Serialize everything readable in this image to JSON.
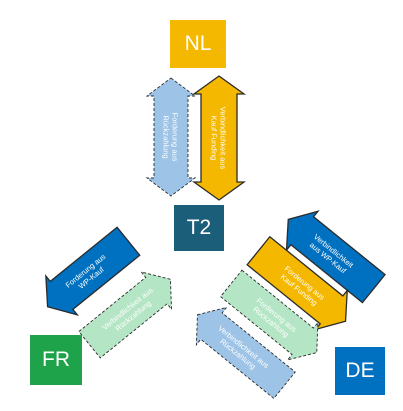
{
  "nodes": {
    "nl": {
      "label": "NL",
      "fill": "#F5B800",
      "text_color": "#ffffff"
    },
    "t2": {
      "label": "T2",
      "fill": "#1B5E7A",
      "text_color": "#ffffff"
    },
    "fr": {
      "label": "FR",
      "fill": "#1FA34A",
      "text_color": "#ffffff"
    },
    "de": {
      "label": "DE",
      "fill": "#0070C0",
      "text_color": "#ffffff"
    }
  },
  "arrows": {
    "nl_t2_claim": {
      "line1": "Forderung aus",
      "line2": "Rückzahlung",
      "fill": "#9DC3E6",
      "text_color": "#ffffff",
      "style": "dashed"
    },
    "nl_t2_liability": {
      "line1": "Verbindlichkeit aus",
      "line2": "Kauf Funding",
      "fill": "#F5B800",
      "text_color": "#ffffff",
      "style": "solid"
    },
    "fr_claim": {
      "line1": "Forderung aus",
      "line2": "WP-Kauf",
      "fill": "#0070C0",
      "text_color": "#ffffff",
      "style": "solid"
    },
    "fr_liability": {
      "line1": "Verbindlichkeit aus",
      "line2": "Rückzahlung",
      "fill": "#B4E5C4",
      "text_color": "#ffffff",
      "style": "dashed"
    },
    "de_liability_wp": {
      "line1": "Verbindlichkeit",
      "line2": "aus WP-Kauf",
      "fill": "#0070C0",
      "text_color": "#ffffff",
      "style": "solid"
    },
    "de_claim_funding": {
      "line1": "Forderung aus",
      "line2": "Kauf Funding",
      "fill": "#F5B800",
      "text_color": "#ffffff",
      "style": "solid"
    },
    "de_claim_repayment": {
      "line1": "Forderung aus",
      "line2": "Rückzahlung",
      "fill": "#B4E5C4",
      "text_color": "#ffffff",
      "style": "dashed"
    },
    "de_liability_repayment": {
      "line1": "Verbindlichkeit aus",
      "line2": "Rückzahlung",
      "fill": "#9DC3E6",
      "text_color": "#ffffff",
      "style": "dashed"
    }
  }
}
